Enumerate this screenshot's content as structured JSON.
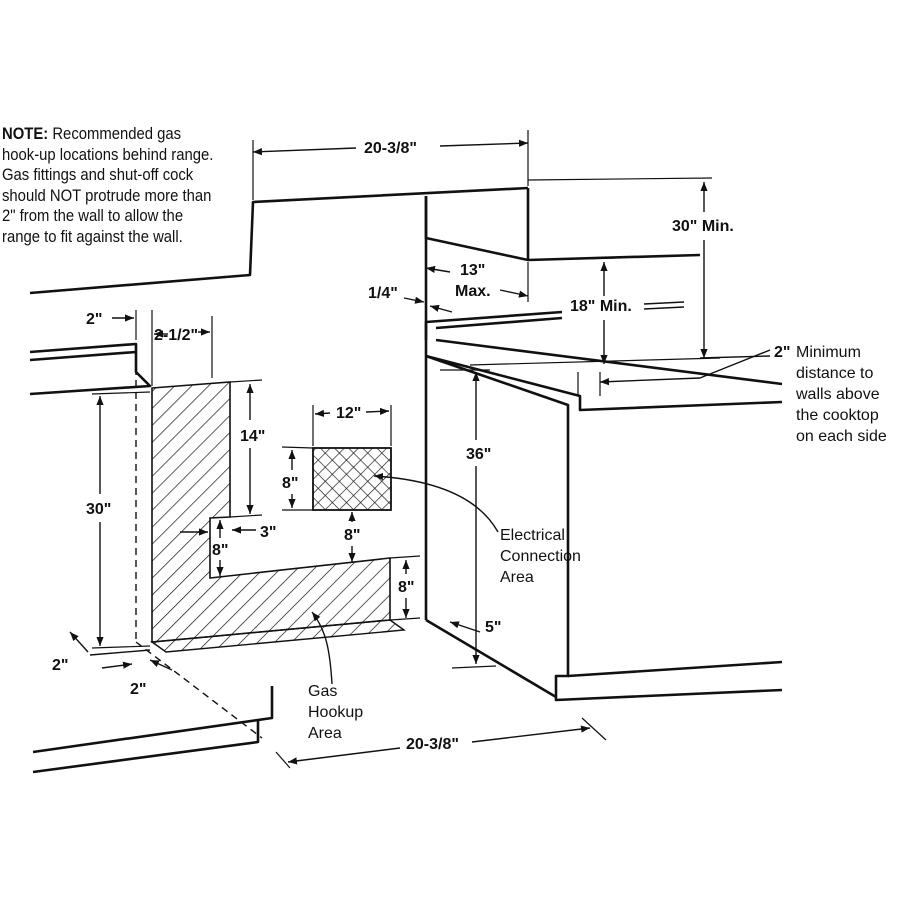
{
  "note": {
    "heading": "NOTE:",
    "body": " Recommended gas hook-up locations behind range. Gas fittings and shut-off cock should NOT protrude more than 2\" from the wall to allow the range to fit against the wall."
  },
  "dimensions": {
    "top_width": "20-3/8\"",
    "min_30_upper": "30\" Min.",
    "max_13_line1": "13\"",
    "max_13_line2": "Max.",
    "quarter_inch": "1/4\"",
    "min_18": "18\" Min.",
    "two_inch_top": "2\"",
    "two_half": "2-1/2\"",
    "twelve": "12\"",
    "fourteen": "14\"",
    "eight_left": "8\"",
    "eight_small": "8\"",
    "eight_mid": "8\"",
    "eight_right": "8\"",
    "three": "3\"",
    "thirty_left": "30\"",
    "thirty_six": "36\"",
    "five": "5\"",
    "two_inch_lower_left": "2\"",
    "two_inch_bottom": "2\"",
    "bottom_width": "20-3/8\"",
    "side_two": "2\""
  },
  "labels": {
    "side_min_lines": [
      "Minimum",
      "distance to",
      "walls above",
      "the cooktop",
      "on each side"
    ],
    "electrical_lines": [
      "Electrical",
      "Connection",
      "Area"
    ],
    "gas_lines": [
      "Gas",
      "Hookup",
      "Area"
    ]
  }
}
